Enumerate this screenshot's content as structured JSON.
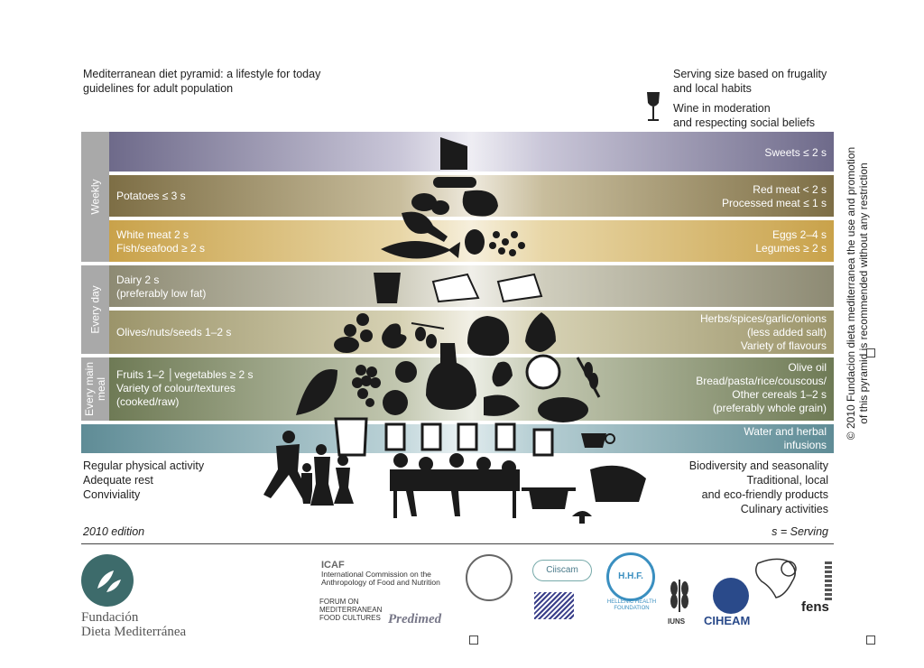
{
  "header": {
    "title_line1": "Mediterranean diet pyramid: a lifestyle for today",
    "title_line2": "guidelines for adult population",
    "serving_line1": "Serving size based on frugality",
    "serving_line2": "and local habits",
    "wine_line1": "Wine in moderation",
    "wine_line2": "and respecting social beliefs"
  },
  "side_labels": {
    "weekly": "Weekly",
    "every_day": "Every day",
    "every_main_meal_1": "Every main",
    "every_main_meal_2": "meal"
  },
  "bands": {
    "sweets": {
      "right1": "Sweets ≤ 2 s"
    },
    "potatoes": {
      "left1": "Potatoes ≤ 3 s",
      "right1": "Red meat < 2 s",
      "right2": "Processed meat ≤ 1 s"
    },
    "white_meat": {
      "left1": "White meat 2 s",
      "left2": "Fish/seafood ≥ 2 s",
      "right1": "Eggs 2–4 s",
      "right2": "Legumes ≥ 2 s"
    },
    "dairy": {
      "left1": "Dairy 2 s",
      "left2": "(preferably low fat)"
    },
    "olives": {
      "left1": "Olives/nuts/seeds 1–2 s",
      "right1": "Herbs/spices/garlic/onions",
      "right2": "(less added salt)",
      "right3": "Variety of flavours"
    },
    "fruits": {
      "left1": "Fruits 1–2 │vegetables ≥ 2 s",
      "left2": "Variety of colour/textures",
      "left3": "(cooked/raw)",
      "right1": "Olive oil",
      "right2": "Bread/pasta/rice/couscous/",
      "right3": "Other cereals 1–2 s",
      "right4": "(preferably whole grain)"
    },
    "water": {
      "right1": "Water and herbal",
      "right2": "infusions"
    }
  },
  "lifestyle_left": [
    "Regular physical activity",
    "Adequate rest",
    "Conviviality"
  ],
  "lifestyle_right": [
    "Biodiversity and seasonality",
    "Traditional, local",
    "and eco-friendly products",
    "Culinary activities"
  ],
  "edition": "2010 edition",
  "serving_note": "s = Serving",
  "copyright_line1": "© 2010 Fundacion dieta mediterranea the use and promotion",
  "copyright_line2": "of this pyramid is recommended without any restriction",
  "logos": {
    "fundacion1": "Fundación",
    "fundacion2": "Dieta Mediterránea",
    "icaf_title": "ICAF",
    "icaf1": "International Commission on the",
    "icaf2": "Anthropology of Food and Nutrition",
    "ciiscam": "Ciiscam",
    "hhf": "H.H.F.",
    "hhf_sub": "HELLENIC HEALTH FOUNDATION",
    "forum1": "FORUM ON",
    "forum2": "MEDITERRANEAN",
    "forum3": "FOOD CULTURES",
    "predimed": "Predimed",
    "iuns": "IUNS",
    "ciheam": "CIHEAM",
    "fens": "fens"
  },
  "colors": {
    "purple": "#6e6a8a",
    "olive": "#7d6e45",
    "gold": "#c9a24a",
    "taupe": "#8d8a73",
    "olive2": "#9b946a",
    "green": "#6e7a55",
    "teal": "#5f8c96",
    "logo_teal": "#3d6b6b"
  }
}
